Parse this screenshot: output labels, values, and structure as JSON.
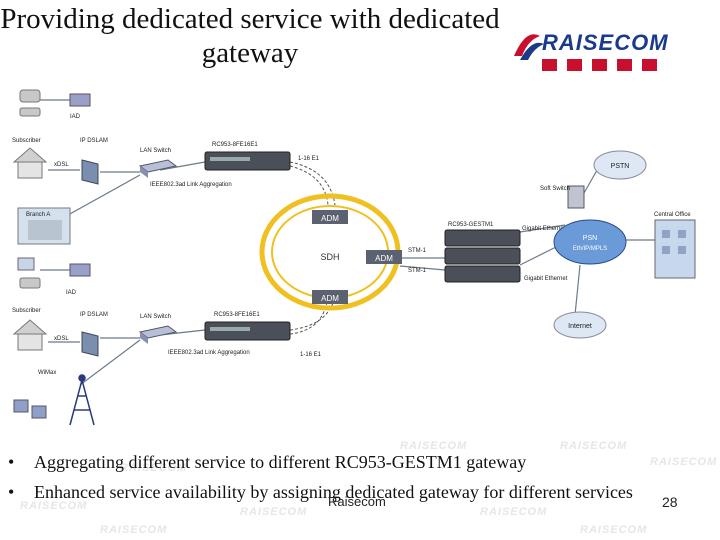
{
  "title": "Providing dedicated service with dedicated gateway",
  "logo": {
    "word": "RAISECOM"
  },
  "diagram": {
    "labels": {
      "iad_top": "IAD",
      "subscriber_top": "Subscriber",
      "xdsl_top": "xDSL",
      "ip_dslam_top": "IP DSLAM",
      "lan_switch_top": "LAN Switch",
      "device_top": "RC953-8FE16E1",
      "e1_top": "1-16 E1",
      "ieee_top": "IEEE802.3ad Link Aggregation",
      "branch": "Branch A",
      "iad_mid": "IAD",
      "subscriber_bottom": "Subscriber",
      "xdsl_bottom": "xDSL",
      "ip_dslam_bottom": "IP DSLAM",
      "lan_switch_bottom": "LAN Switch",
      "device_bottom": "RC953-8FE16E1",
      "e1_bottom": "1-16 E1",
      "ieee_bottom": "IEEE802.3ad Link Aggregation",
      "wimax": "WiMax",
      "adm_top": "ADM",
      "adm_right": "ADM",
      "adm_bottom": "ADM",
      "sdh": "SDH",
      "stm1_a": "STM-1",
      "stm1_b": "STM-1",
      "gestm1": "RC953-GESTM1",
      "gigabit_a": "Gigabit Ethernet",
      "gigabit_b": "Gigabit Ethernet",
      "pstn": "PSTN",
      "soft_switch": "Soft Switch",
      "psn": "PSN",
      "psn_sub": "Eth/IP/MPLS",
      "central_office": "Central Office",
      "internet": "Internet"
    }
  },
  "bullets": [
    {
      "marker": "•",
      "text": "Aggregating different service to different RC953-GESTM1 gateway"
    },
    {
      "marker": "•",
      "text": "Enhanced service availability by assigning dedicated gateway for different services"
    }
  ],
  "footer": {
    "center": "Raisecom",
    "page": "28"
  },
  "watermark": "RAISECOM",
  "colors": {
    "ring": "#f0c020",
    "device": "#4a4f5a",
    "brand_blue": "#1a3a8a",
    "brand_red": "#c8102e",
    "link": "#6a7a8a"
  }
}
